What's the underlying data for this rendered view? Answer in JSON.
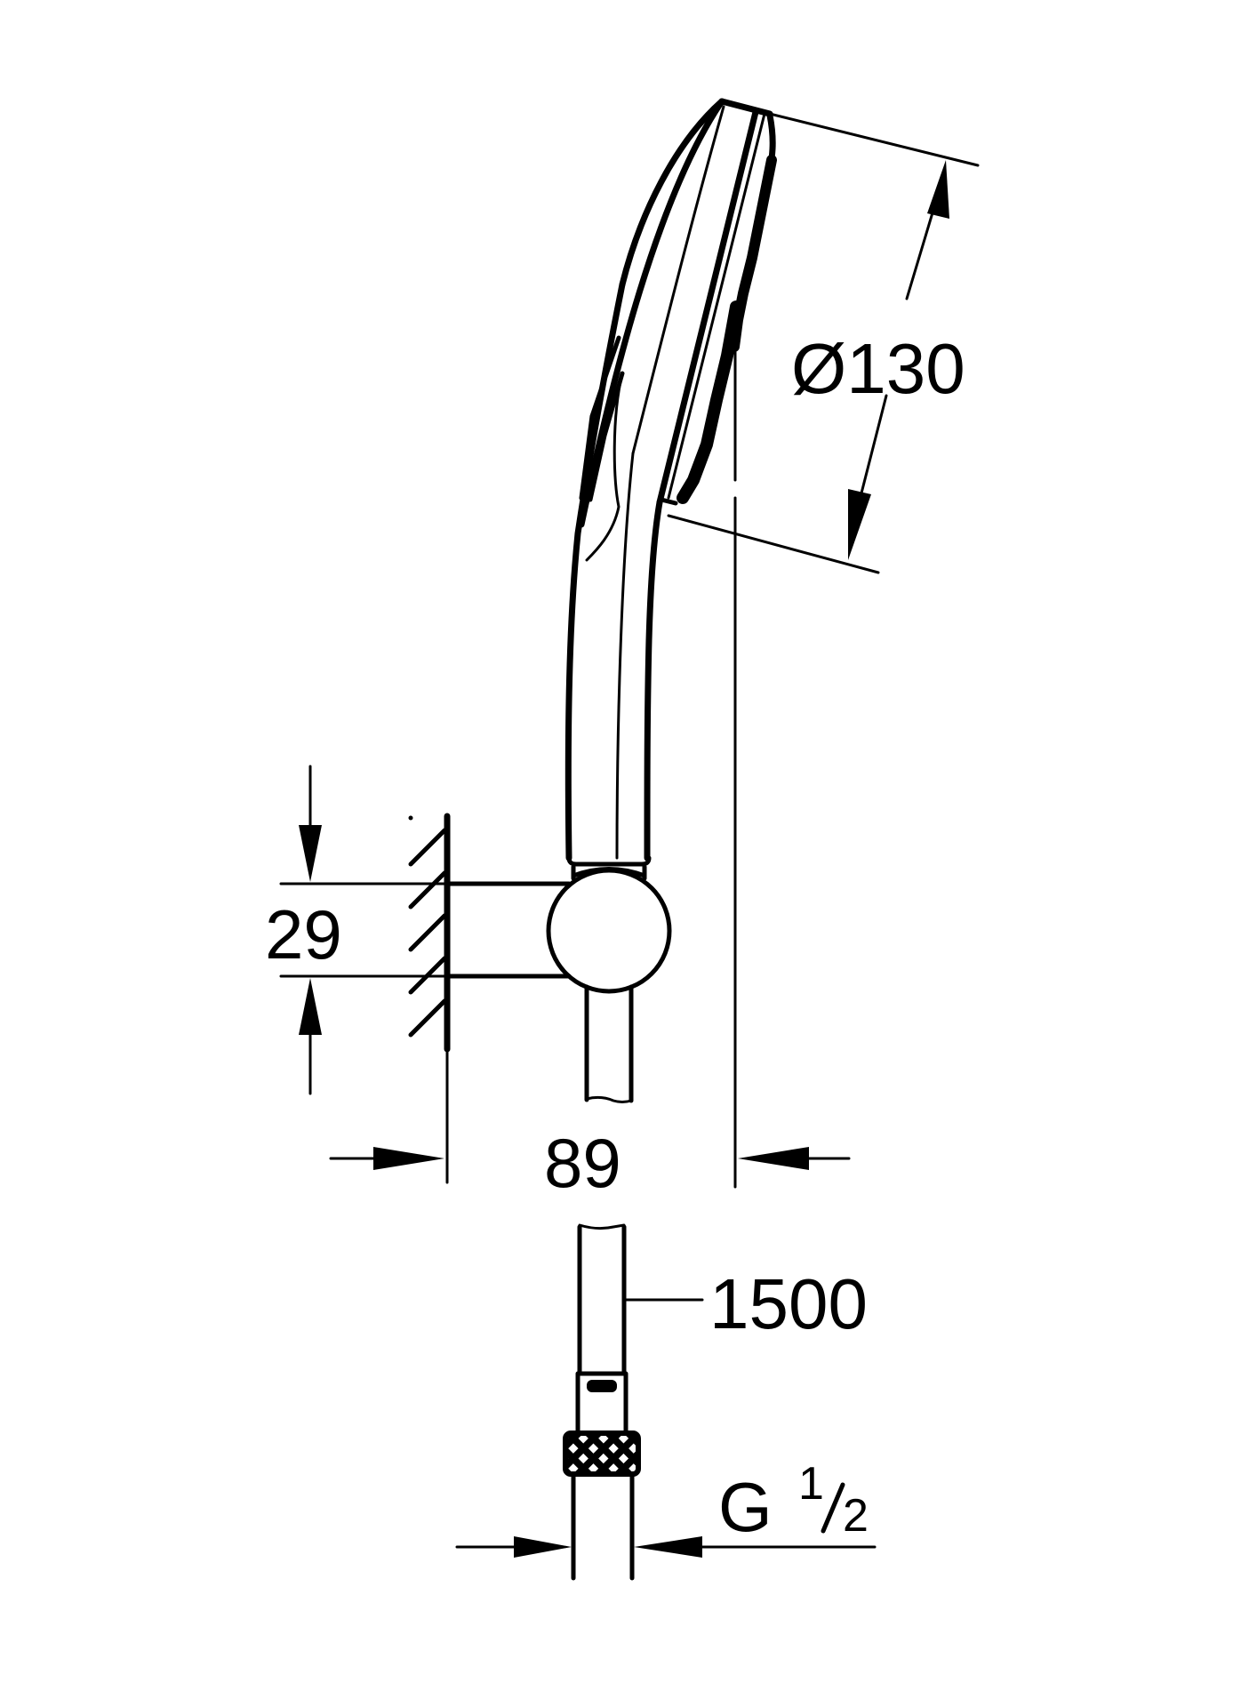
{
  "drawing": {
    "subject": "Hand shower set with wall holder and hose",
    "dimensions": {
      "head_diameter": {
        "symbol": "Ø",
        "value": "130",
        "label": "Ø130"
      },
      "holder_height": {
        "value": "29",
        "label": "29"
      },
      "wall_projection": {
        "value": "89",
        "label": "89"
      },
      "hose_length": {
        "value": "1500",
        "label": "1500"
      },
      "thread": {
        "prefix": "G",
        "numerator": "1",
        "denominator": "2"
      }
    },
    "colors": {
      "line": "#000000",
      "background": "#ffffff"
    }
  }
}
